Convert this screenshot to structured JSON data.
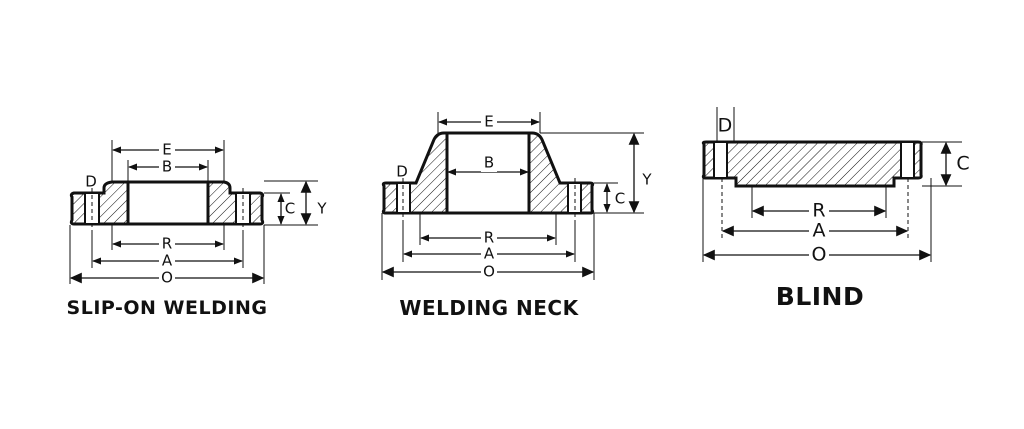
{
  "diagrams": [
    {
      "caption": "SLIP-ON WELDING",
      "labels": {
        "E": "E",
        "B": "B",
        "D": "D",
        "C": "C",
        "Y": "Y",
        "R": "R",
        "A": "A",
        "O": "O"
      }
    },
    {
      "caption": "WELDING NECK",
      "labels": {
        "E": "E",
        "B": "B",
        "D": "D",
        "C": "C",
        "Y": "Y",
        "R": "R",
        "A": "A",
        "O": "O"
      }
    },
    {
      "caption": "BLIND",
      "labels": {
        "D": "D",
        "C": "C",
        "R": "R",
        "A": "A",
        "O": "O"
      }
    }
  ],
  "colors": {
    "stroke": "#111111",
    "background": "#ffffff"
  }
}
